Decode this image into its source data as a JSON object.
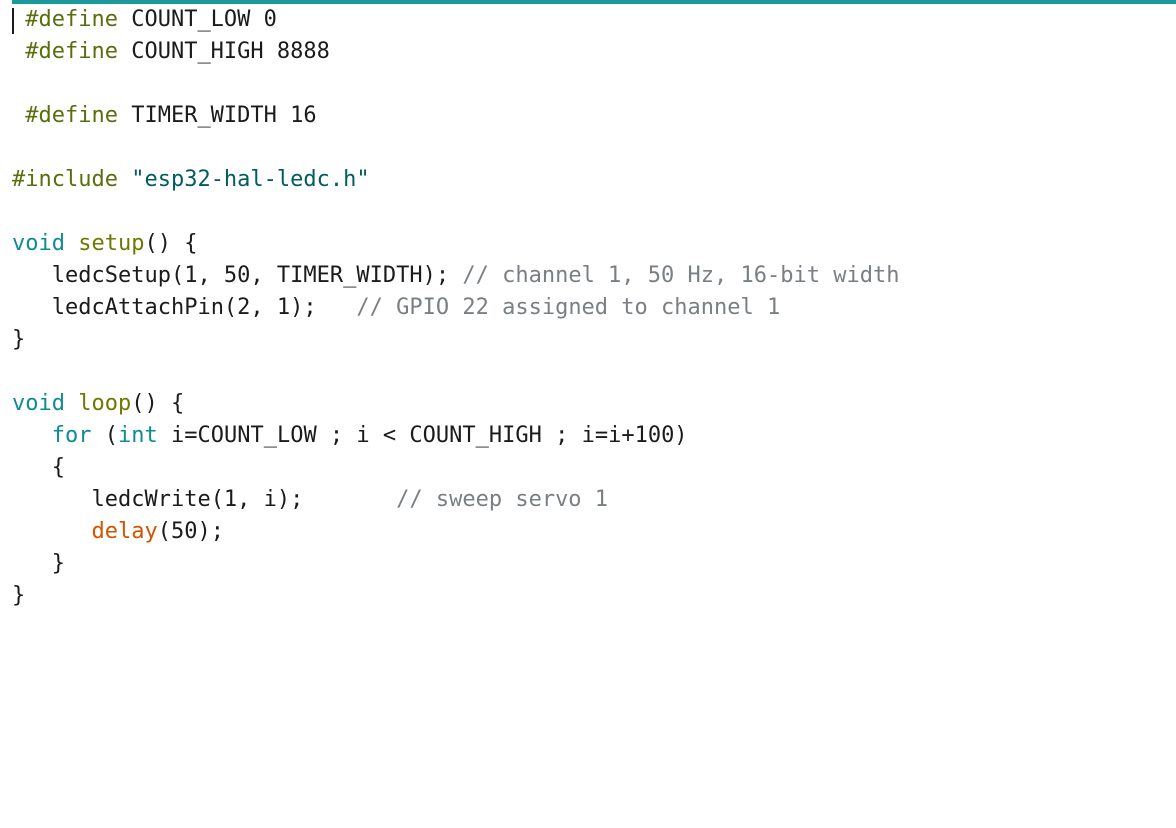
{
  "editor": {
    "lines": [
      {
        "indent": " ",
        "tokens": [
          {
            "c": "pp",
            "t": "#define"
          },
          {
            "c": "tx",
            "t": " COUNT_LOW 0"
          }
        ]
      },
      {
        "indent": " ",
        "tokens": [
          {
            "c": "pp",
            "t": "#define"
          },
          {
            "c": "tx",
            "t": " COUNT_HIGH 8888"
          }
        ]
      },
      {
        "indent": "",
        "tokens": []
      },
      {
        "indent": " ",
        "tokens": [
          {
            "c": "pp",
            "t": "#define"
          },
          {
            "c": "tx",
            "t": " TIMER_WIDTH 16"
          }
        ]
      },
      {
        "indent": "",
        "tokens": []
      },
      {
        "indent": "",
        "tokens": [
          {
            "c": "pp",
            "t": "#include"
          },
          {
            "c": "tx",
            "t": " "
          },
          {
            "c": "str",
            "t": "\"esp32-hal-ledc.h\""
          }
        ]
      },
      {
        "indent": "",
        "tokens": []
      },
      {
        "indent": "",
        "tokens": [
          {
            "c": "kw",
            "t": "void"
          },
          {
            "c": "tx",
            "t": " "
          },
          {
            "c": "fn",
            "t": "setup"
          },
          {
            "c": "tx",
            "t": "() {"
          }
        ]
      },
      {
        "indent": "   ",
        "tokens": [
          {
            "c": "tx",
            "t": "ledcSetup(1, 50, TIMER_WIDTH); "
          },
          {
            "c": "cm",
            "t": "// channel 1, 50 Hz, 16-bit width"
          }
        ]
      },
      {
        "indent": "   ",
        "tokens": [
          {
            "c": "tx",
            "t": "ledcAttachPin(2, 1);   "
          },
          {
            "c": "cm",
            "t": "// GPIO 22 assigned to channel 1"
          }
        ]
      },
      {
        "indent": "",
        "tokens": [
          {
            "c": "tx",
            "t": "}"
          }
        ]
      },
      {
        "indent": "",
        "tokens": []
      },
      {
        "indent": "",
        "tokens": [
          {
            "c": "kw",
            "t": "void"
          },
          {
            "c": "tx",
            "t": " "
          },
          {
            "c": "fn",
            "t": "loop"
          },
          {
            "c": "tx",
            "t": "() {"
          }
        ]
      },
      {
        "indent": "   ",
        "tokens": [
          {
            "c": "kw",
            "t": "for"
          },
          {
            "c": "tx",
            "t": " ("
          },
          {
            "c": "kw",
            "t": "int"
          },
          {
            "c": "tx",
            "t": " i=COUNT_LOW ; i < COUNT_HIGH ; i=i+100)"
          }
        ]
      },
      {
        "indent": "   ",
        "tokens": [
          {
            "c": "tx",
            "t": "{"
          }
        ]
      },
      {
        "indent": "      ",
        "tokens": [
          {
            "c": "tx",
            "t": "ledcWrite(1, i);       "
          },
          {
            "c": "cm",
            "t": "// sweep servo 1"
          }
        ]
      },
      {
        "indent": "      ",
        "tokens": [
          {
            "c": "bi",
            "t": "delay"
          },
          {
            "c": "tx",
            "t": "(50);"
          }
        ]
      },
      {
        "indent": "   ",
        "tokens": [
          {
            "c": "tx",
            "t": "}"
          }
        ]
      },
      {
        "indent": "",
        "tokens": [
          {
            "c": "tx",
            "t": "}"
          }
        ]
      }
    ]
  }
}
